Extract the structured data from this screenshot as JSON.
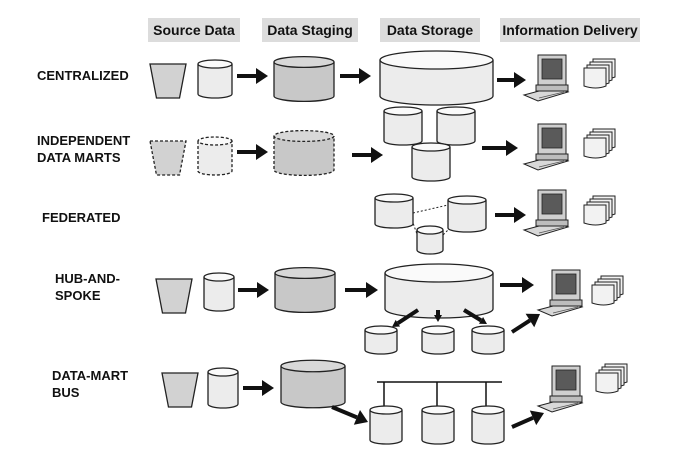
{
  "headers": {
    "source": "Source Data",
    "staging": "Data Staging",
    "storage": "Data Storage",
    "delivery": "Information Delivery"
  },
  "rows": {
    "centralized": [
      "CENTRALIZED"
    ],
    "independent": [
      "INDEPENDENT",
      "DATA MARTS"
    ],
    "federated": [
      "FEDERATED"
    ],
    "hub": [
      "HUB-AND-",
      "SPOKE"
    ],
    "bus": [
      "DATA-MART",
      "BUS"
    ]
  },
  "colors": {
    "header_bg": "#dcdcdc",
    "shape_fill": "#ececec",
    "staging_fill": "#c8c8c8",
    "line": "#111111"
  },
  "icons": [
    "funnel-icon",
    "cylinder-icon",
    "arrow-icon",
    "computer-icon",
    "report-stack-icon"
  ]
}
